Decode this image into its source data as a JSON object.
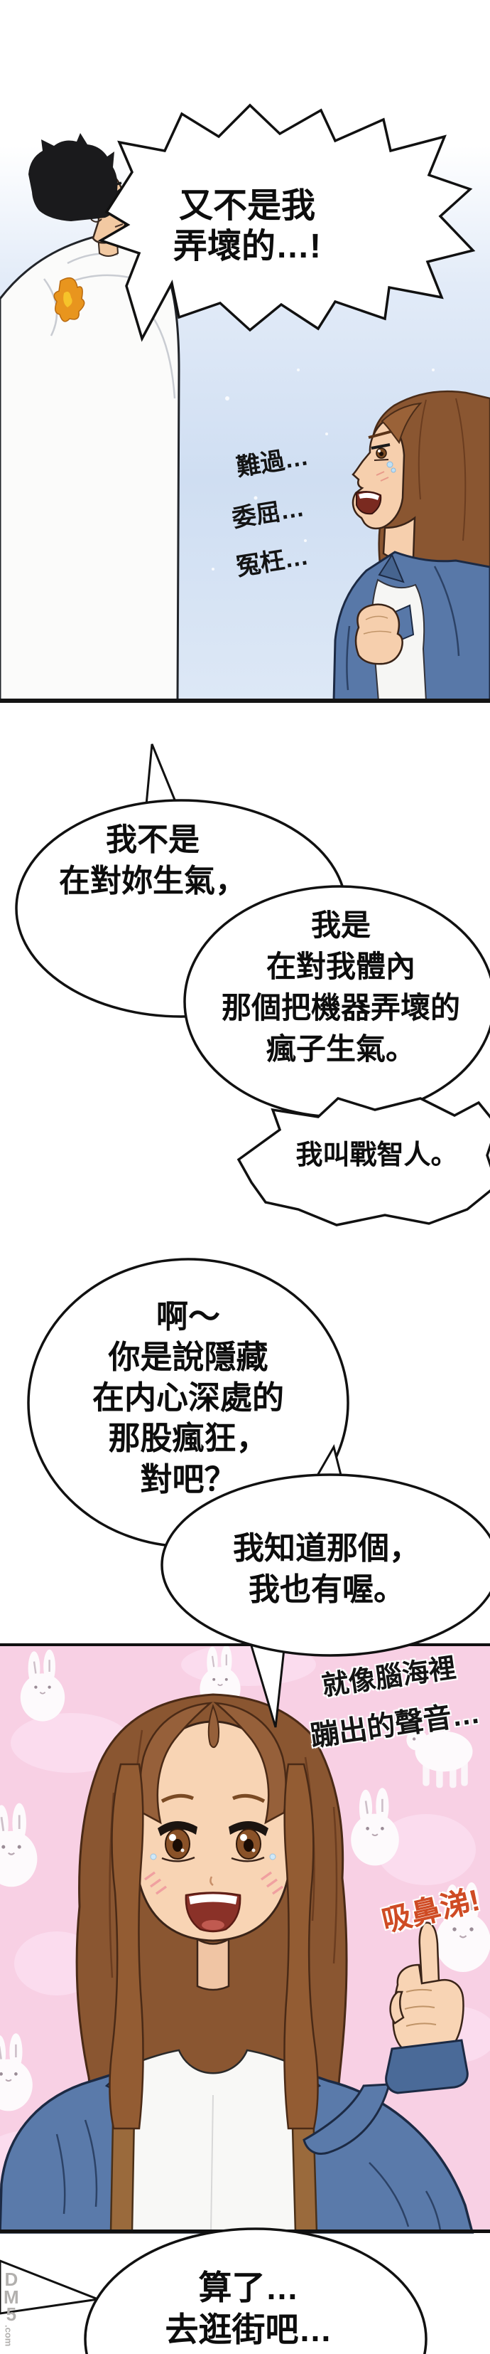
{
  "comic": {
    "bubbles": {
      "shout": {
        "lines": [
          "又不是我",
          "弄壞的…!"
        ]
      },
      "not_angry": {
        "lines": [
          "我不是",
          "在對妳生氣，"
        ]
      },
      "angry_at_madman": {
        "lines": [
          "我是",
          "在對我體內",
          "那個把機器弄壞的",
          "瘋子生氣。"
        ]
      },
      "name_intro": {
        "lines": [
          "我叫戰智人。"
        ]
      },
      "hidden_madness": {
        "lines": [
          "啊～",
          "你是說隱藏",
          "在内心深處的",
          "那股瘋狂，",
          "對吧？"
        ]
      },
      "i_know": {
        "lines": [
          "我知道那個，",
          "我也有喔。"
        ]
      },
      "go_shopping": {
        "lines": [
          "算了…",
          "去逛街吧…"
        ]
      }
    },
    "handwritten": {
      "sad": "難過…",
      "wronged": "委屈…",
      "unjust": "冤枉…",
      "voice_line1": "就像腦海裡",
      "voice_line2": "蹦出的聲音…",
      "sniff": "吸鼻涕!"
    },
    "watermark": {
      "letters": [
        "D",
        "M",
        "5"
      ],
      "suffix": ".com"
    },
    "colors": {
      "panel1_bg": "#dce8f7",
      "pink_bg": "#f8d0e4",
      "denim": "#5a7aaa",
      "hair_brown": "#8a5631",
      "sniff_orange": "#cf4b24"
    }
  }
}
